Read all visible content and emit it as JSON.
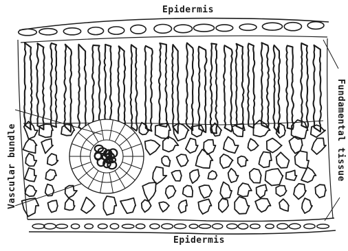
{
  "labels": {
    "epidermis_top": "Epidermis",
    "epidermis_bottom": "Epidermis",
    "vascular_bundle": "Vascular bundle",
    "fundamental_tissue": "Fundamental tissue"
  },
  "style": {
    "ink": "#1a1a1a",
    "paper": "#ffffff"
  }
}
